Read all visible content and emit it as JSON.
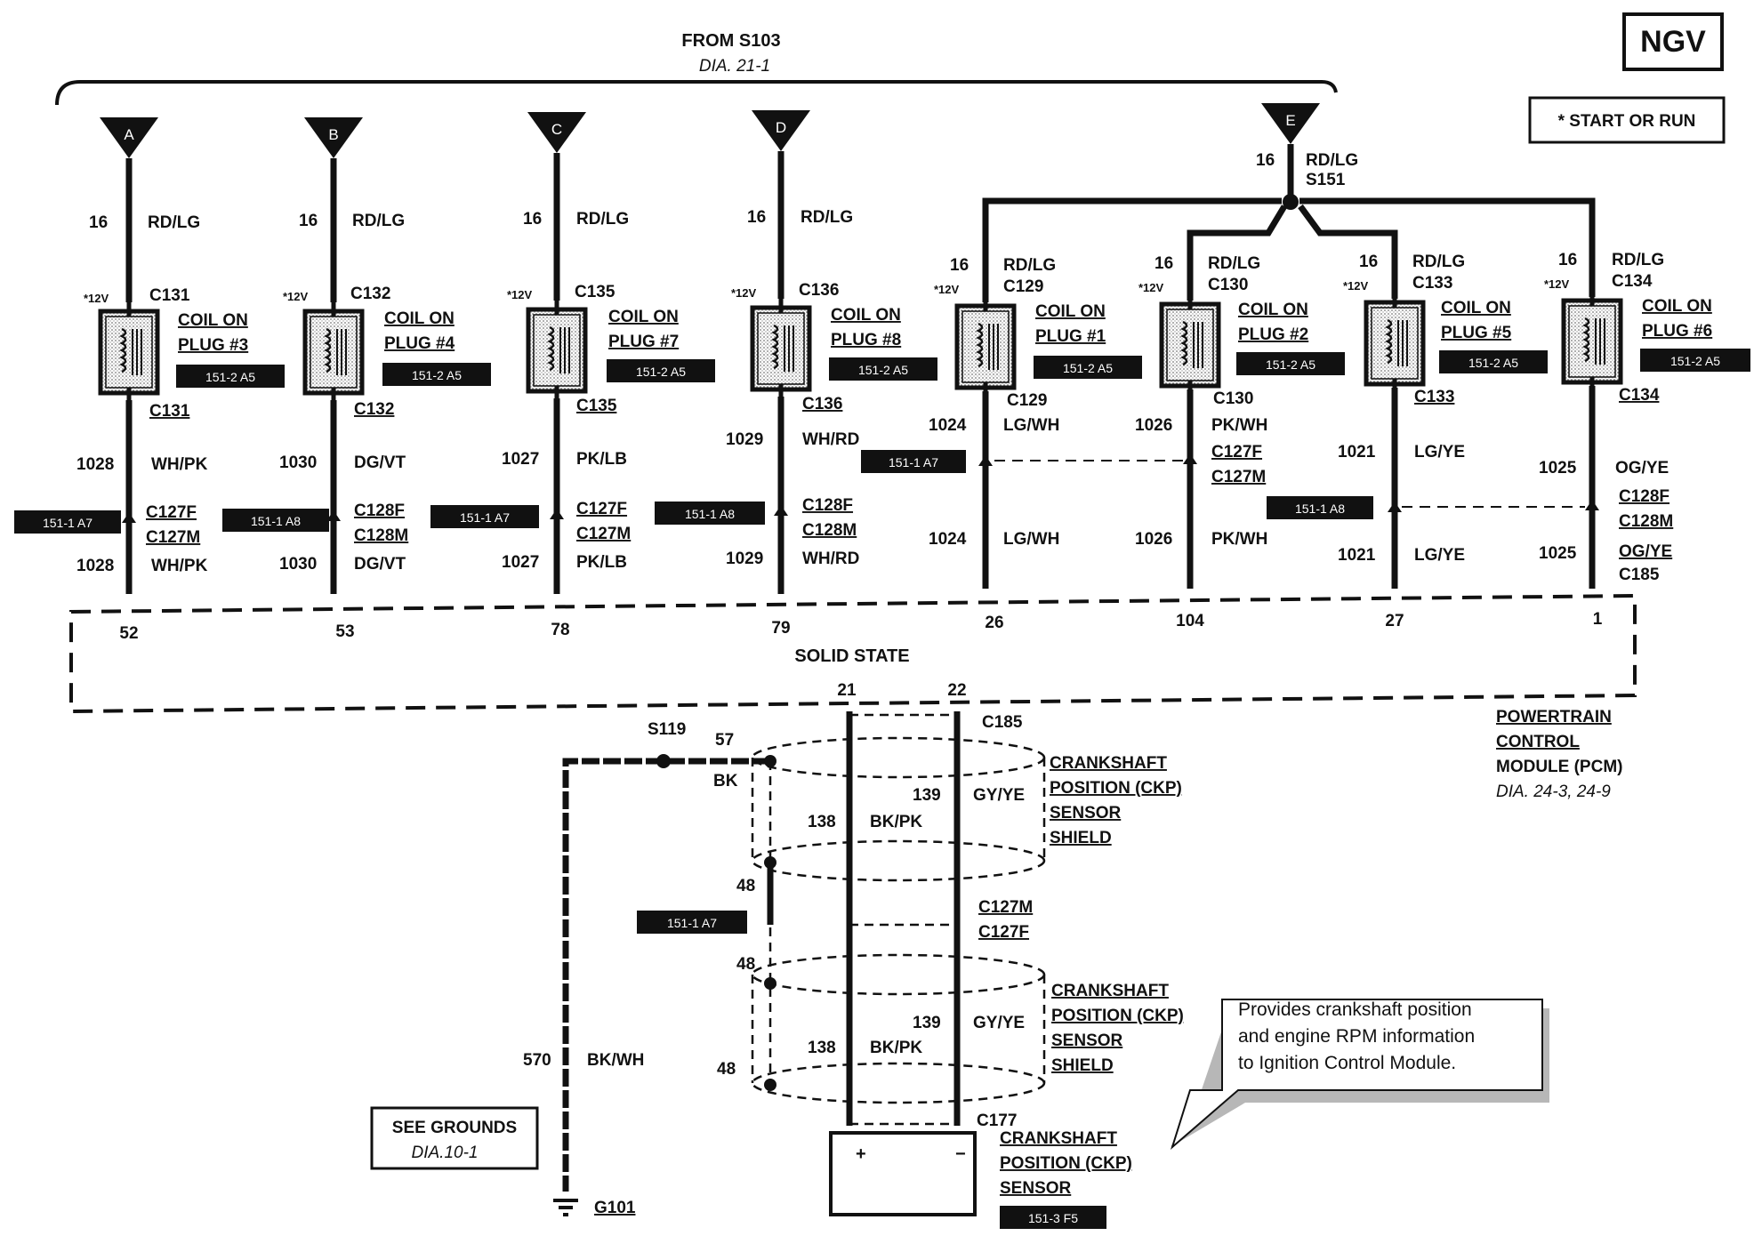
{
  "header": {
    "from": "FROM S103",
    "dia": "DIA. 21-1"
  },
  "badge": "NGV",
  "legend": "* START OR RUN",
  "top_inputs": [
    {
      "letter": "A",
      "gauge": "16",
      "color": "RD/LG"
    },
    {
      "letter": "B",
      "gauge": "16",
      "color": "RD/LG"
    },
    {
      "letter": "C",
      "gauge": "16",
      "color": "RD/LG"
    },
    {
      "letter": "D",
      "gauge": "16",
      "color": "RD/LG"
    },
    {
      "letter": "E",
      "gauge": "16",
      "color": "RD/LG",
      "splice": "S151"
    }
  ],
  "coils_left": [
    {
      "volt": "*12V",
      "conn_top": "C131",
      "name1": "COIL ON",
      "name2": "PLUG #3",
      "ref": "151-2 A5",
      "conn_bot": "C131",
      "circuit": "1028",
      "color": "WH/PK",
      "mid1": "C127F",
      "mid2": "C127M",
      "side_ref": "151-1 A7",
      "pin": "52"
    },
    {
      "volt": "*12V",
      "conn_top": "C132",
      "name1": "COIL ON",
      "name2": "PLUG #4",
      "ref": "151-2 A5",
      "conn_bot": "C132",
      "circuit": "1030",
      "color": "DG/VT",
      "mid1": "C128F",
      "mid2": "C128M",
      "side_ref": "151-1 A8",
      "pin": "53"
    },
    {
      "volt": "*12V",
      "conn_top": "C135",
      "name1": "COIL ON",
      "name2": "PLUG #7",
      "ref": "151-2 A5",
      "conn_bot": "C135",
      "circuit": "1027",
      "color": "PK/LB",
      "mid1": "C127F",
      "mid2": "C127M",
      "side_ref": "151-1 A7",
      "pin": "78"
    },
    {
      "volt": "*12V",
      "conn_top": "C136",
      "name1": "COIL ON",
      "name2": "PLUG #8",
      "ref": "151-2 A5",
      "conn_bot": "C136",
      "circuit": "1029",
      "color": "WH/RD",
      "mid1": "C128F",
      "mid2": "C128M",
      "side_ref": "151-1 A8",
      "pin": "79"
    }
  ],
  "coils_right": [
    {
      "gauge": "16",
      "color_top": "RD/LG",
      "volt": "*12V",
      "conn_top": "C129",
      "name1": "COIL ON",
      "name2": "PLUG #1",
      "ref": "151-2 A5",
      "conn_bot": "C129",
      "circuit": "1024",
      "color": "LG/WH",
      "pin": "26"
    },
    {
      "gauge": "16",
      "color_top": "RD/LG",
      "volt": "*12V",
      "conn_top": "C130",
      "name1": "COIL ON",
      "name2": "PLUG #2",
      "ref": "151-2 A5",
      "conn_bot": "C130",
      "circuit": "1026",
      "color": "PK/WH",
      "pin": "104"
    },
    {
      "gauge": "16",
      "color_top": "RD/LG",
      "volt": "*12V",
      "conn_top": "C133",
      "name1": "COIL ON",
      "name2": "PLUG #5",
      "ref": "151-2 A5",
      "conn_bot": "C133",
      "circuit": "1021",
      "color": "LG/YE",
      "pin": "27"
    },
    {
      "gauge": "16",
      "color_top": "RD/LG",
      "volt": "*12V",
      "conn_top": "C134",
      "name1": "COIL ON",
      "name2": "PLUG #6",
      "ref": "151-2 A5",
      "conn_bot": "C134",
      "circuit": "1025",
      "color": "OG/YE",
      "pin": "1"
    }
  ],
  "right_mid": {
    "c1": "C127F",
    "c2": "C127M",
    "ref1": "151-1 A7",
    "c3": "C128F",
    "c4": "C128M",
    "ref2": "151-1 A8",
    "c5": "C185"
  },
  "pcm": {
    "solid_state": "SOLID STATE",
    "line1": "POWERTRAIN",
    "line2": "CONTROL",
    "line3": "MODULE (PCM)",
    "dia": "DIA. 24-3, 24-9",
    "pin_a": "21",
    "pin_b": "22",
    "conn": "C185"
  },
  "ckp": {
    "splice": "S119",
    "shield_circuit": "57",
    "shield_color": "BK",
    "c138": "138",
    "c138_color": "BK/PK",
    "c139": "139",
    "c139_color": "GY/YE",
    "sensor_label": [
      "CRANKSHAFT",
      "POSITION (CKP)",
      "SENSOR",
      "SHIELD"
    ],
    "c48": "48",
    "ref": "151-1 A7",
    "conn_m": "C127M",
    "conn_f": "C127F",
    "ground_circuit": "570",
    "ground_color": "BK/WH",
    "ground": "G101",
    "sensor_conn": "C177",
    "sensor_name": [
      "CRANKSHAFT",
      "POSITION (CKP)",
      "SENSOR"
    ],
    "sensor_ref": "151-3 F5",
    "plus": "+",
    "minus": "−"
  },
  "see_grounds": {
    "line1": "SEE GROUNDS",
    "line2": "DIA.10-1"
  },
  "note": [
    "Provides crankshaft position",
    "and engine RPM information",
    "to Ignition Control Module."
  ]
}
